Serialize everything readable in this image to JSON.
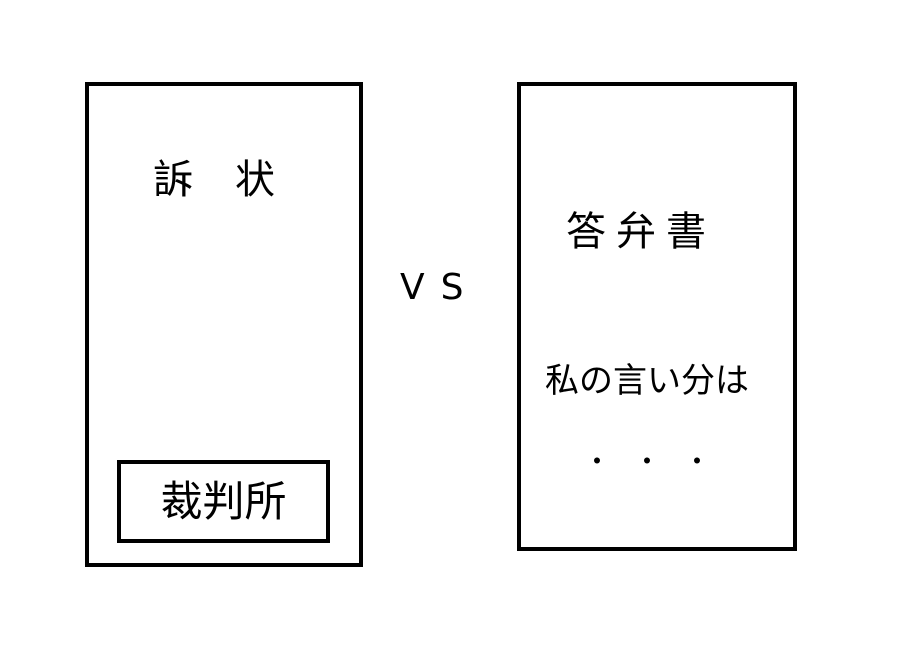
{
  "complaint": {
    "title_part1": "訴",
    "title_part2": "状",
    "court_label": "裁判所"
  },
  "versus": {
    "label": "VS"
  },
  "answer": {
    "title": "答弁書",
    "claim_text": "私の言い分は",
    "ellipsis": "・・・"
  },
  "colors": {
    "stroke": "#000000",
    "background": "#ffffff"
  }
}
